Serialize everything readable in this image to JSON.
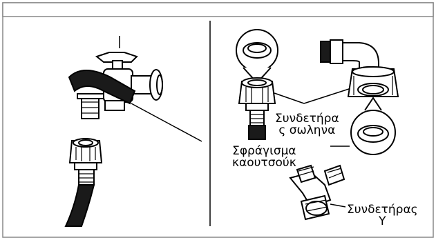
{
  "labels": {
    "hose_connector": [
      "Συνδετήρα",
      "ς σωληνα"
    ],
    "rubber_seal": [
      "Σφράγισμα",
      "καουτσούκ"
    ],
    "y_connector": [
      "Συνδετήρας",
      "Y"
    ]
  },
  "icons": [
    "faucet-icon",
    "hose-icon",
    "hose-nut-icon",
    "seal-magnifier-icon",
    "y-connector-icon",
    "elbow-fitting-icon"
  ],
  "colors": {
    "stroke": "#000000",
    "frame": "#888888",
    "fill": "#ffffff",
    "hose": "#1a1a1a"
  }
}
